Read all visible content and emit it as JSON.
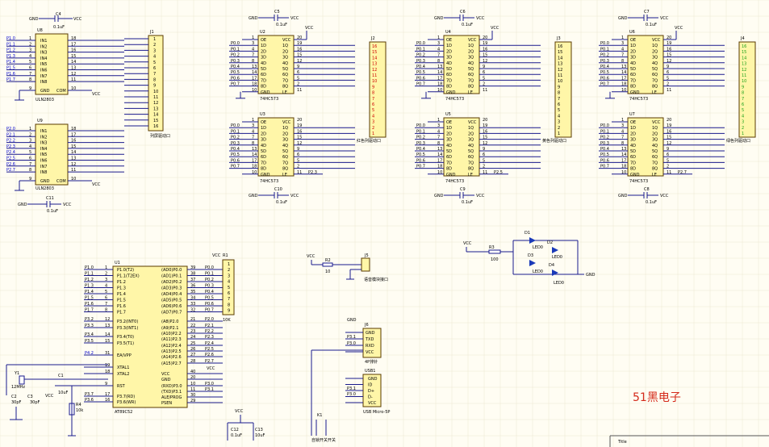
{
  "brand_text": "51黑电子",
  "title_label": "Title",
  "uln_inputs": [
    "IN1",
    "IN2",
    "IN3",
    "IN4",
    "IN5",
    "IN6",
    "IN7",
    "IN8"
  ],
  "uln_gnd": "GND",
  "uln_com": "COM",
  "uln_pins_left": [
    "1",
    "2",
    "3",
    "4",
    "5",
    "6",
    "7",
    "8",
    "9"
  ],
  "uln_pins_right": [
    "18",
    "17",
    "16",
    "15",
    "14",
    "13",
    "12",
    "11",
    "10"
  ],
  "u8_ref": "U8",
  "u8_part": "ULN2803",
  "u9_ref": "U9",
  "u9_part": "ULN2803",
  "u8_net_labels": [
    "P1.0",
    "P1.1",
    "P1.2",
    "P1.3",
    "P1.4",
    "P1.5",
    "P1.6",
    "P1.7"
  ],
  "u9_net_labels": [
    "P2.0",
    "P2.1",
    "P2.2",
    "P2.3",
    "P2.4",
    "P2.5",
    "P2.6",
    "P2.7"
  ],
  "j1_ref": "J1",
  "j1_pins": [
    "1",
    "2",
    "3",
    "4",
    "5",
    "6",
    "7",
    "8",
    "9",
    "10",
    "11",
    "12",
    "13",
    "14",
    "15",
    "16"
  ],
  "j1_label": "列屏驱动口",
  "latch_left_pins": [
    "OE",
    "1D",
    "2D",
    "3D",
    "4D",
    "5D",
    "6D",
    "7D",
    "8D",
    "GND"
  ],
  "latch_right_pins": [
    "VCC",
    "1Q",
    "2Q",
    "3Q",
    "4Q",
    "5Q",
    "6Q",
    "7Q",
    "8Q",
    "LE"
  ],
  "latch_left_nums": [
    "1",
    "3",
    "4",
    "7",
    "8",
    "13",
    "14",
    "17",
    "18",
    "10"
  ],
  "latch_right_nums": [
    "20",
    "19",
    "16",
    "15",
    "12",
    "9",
    "6",
    "5",
    "2",
    "11"
  ],
  "latch_part": "74HC573",
  "latch_refs": [
    "U2",
    "U3",
    "U4",
    "U5",
    "U6",
    "U7"
  ],
  "latch_net_labels": [
    "P0.0",
    "P0.1",
    "P0.2",
    "P0.3",
    "P0.4",
    "P0.5",
    "P0.6",
    "P0.7"
  ],
  "latch_le_labels": [
    "P2.3",
    "P2.5",
    "P2.7"
  ],
  "hdr16_nums": [
    "16",
    "15",
    "14",
    "13",
    "12",
    "11",
    "10",
    "9",
    "8",
    "7",
    "6",
    "5",
    "4",
    "3",
    "2",
    "1"
  ],
  "hdr_refs": [
    "J2",
    "J3",
    "J4"
  ],
  "hdr_labels": [
    "红色列驱动口",
    "黄色列驱动口",
    "绿色列驱动口"
  ],
  "cap_refs_top": [
    "C4",
    "C5",
    "C6",
    "C7"
  ],
  "cap_refs_bottom": [
    "C11",
    "C10",
    "C9",
    "C8"
  ],
  "cap_value": "0.1uF",
  "gnd_label": "GND",
  "vcc_label": "VCC",
  "mcu_ref": "U1",
  "mcu_part": "AT89C52",
  "mcu_left_pins": [
    "P1.0(T2)",
    "P1.1(T2EX)",
    "P1.2",
    "P1.3",
    "P1.4",
    "P1.5",
    "P1.6",
    "P1.7",
    "P3.2(INT0)",
    "P3.3(INT1)",
    "P3.4(T0)",
    "P3.5(T1)",
    "EA/VPP",
    "XTAL1",
    "XTAL2",
    "RST",
    "P3.7(RD)",
    "P3.6(WR)"
  ],
  "mcu_left_nums": [
    "1",
    "2",
    "3",
    "4",
    "5",
    "6",
    "7",
    "8",
    "12",
    "13",
    "14",
    "15",
    "31",
    "19",
    "18",
    "9",
    "17",
    "16"
  ],
  "mcu_right_pins": [
    "(AD0)P0.0",
    "(AD1)P0.1",
    "(AD2)P0.2",
    "(AD3)P0.3",
    "(AD4)P0.4",
    "(AD5)P0.5",
    "(AD6)P0.6",
    "(AD7)P0.7",
    "(A8)P2.0",
    "(A9)P2.1",
    "(A10)P2.2",
    "(A11)P2.3",
    "(A12)P2.4",
    "(A13)P2.5",
    "(A14)P2.6",
    "(A15)P2.7",
    "VCC",
    "GND",
    "(RXD)P3.0",
    "(TXD)P3.1",
    "ALE/PROG",
    "PSEN"
  ],
  "mcu_right_nums": [
    "39",
    "38",
    "37",
    "36",
    "35",
    "34",
    "33",
    "32",
    "21",
    "22",
    "23",
    "24",
    "25",
    "26",
    "27",
    "28",
    "40",
    "20",
    "10",
    "11",
    "30",
    "29"
  ],
  "mcu_left_nets": [
    "P1.0",
    "P1.1",
    "P1.2",
    "P1.3",
    "P1.4",
    "P1.5",
    "P1.6",
    "P1.7",
    "P3.2",
    "P3.3",
    "P3.4",
    "P3.5",
    "",
    "",
    "",
    "",
    "P3.7",
    "P3.6"
  ],
  "mcu_right_nets": [
    "P0.0",
    "P0.1",
    "P0.2",
    "P0.3",
    "P0.4",
    "P0.5",
    "P0.6",
    "P0.7",
    "P2.0",
    "P2.1",
    "P2.2",
    "P2.3",
    "P2.4",
    "P2.5",
    "P2.6",
    "P2.7",
    "",
    "",
    "P3.0",
    "P3.1",
    "",
    ""
  ],
  "rp_ref": "R1",
  "rp_value": "10K",
  "rp_pins": [
    "1",
    "2",
    "3",
    "4",
    "5",
    "6",
    "7",
    "8",
    "9"
  ],
  "xtal_ref": "Y1",
  "xtal_value": "12MHz",
  "c2_ref": "C2",
  "c3_ref": "C3",
  "c2c3_value": "30pF",
  "c1_ref": "C1",
  "c1_value": "10uF",
  "r4_ref": "R4",
  "r4_value": "10k",
  "c12_ref": "C12",
  "c12_value": "0.1uF",
  "c13_ref": "C13",
  "c13_value": "10uF",
  "r2_ref": "R2",
  "r2_value": "10",
  "j5_ref": "J5",
  "j5_label": "语音模块接口",
  "r3_ref": "R3",
  "r3_value": "100",
  "led_refs": [
    "D1",
    "D2",
    "D3",
    "D4"
  ],
  "led_label": "LED0",
  "j6_ref": "J6",
  "j6_pins": [
    "GND",
    "TXD",
    "RXD",
    "VCC"
  ],
  "j6_label": "4P排针",
  "usb_ref": "USB1",
  "usb_pins": [
    "GND",
    "ID",
    "D+",
    "D-",
    "VCC"
  ],
  "usb_label": "USB Micro-5P",
  "k1_ref": "K1",
  "k1_label": "自锁开关开关",
  "ea_net": "P4.2"
}
